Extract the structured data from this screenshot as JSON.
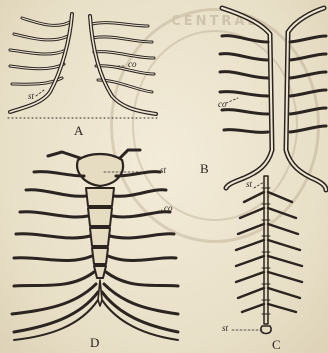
{
  "figure": {
    "panel_labels": {
      "a": "A",
      "b": "B",
      "c": "C",
      "d": "D"
    },
    "annotations": {
      "a_co": "co",
      "a_st": "st",
      "b_co": "co",
      "d_st": "st",
      "d_co": "co",
      "c_st_top": "st",
      "c_st_bottom": "st"
    },
    "watermark": {
      "type": "library-seal-stamp",
      "lettering": "CENTRAL"
    },
    "colors": {
      "ink": "#2b2420",
      "paper": "#efe7d3",
      "stamp": "#8b7355"
    }
  }
}
